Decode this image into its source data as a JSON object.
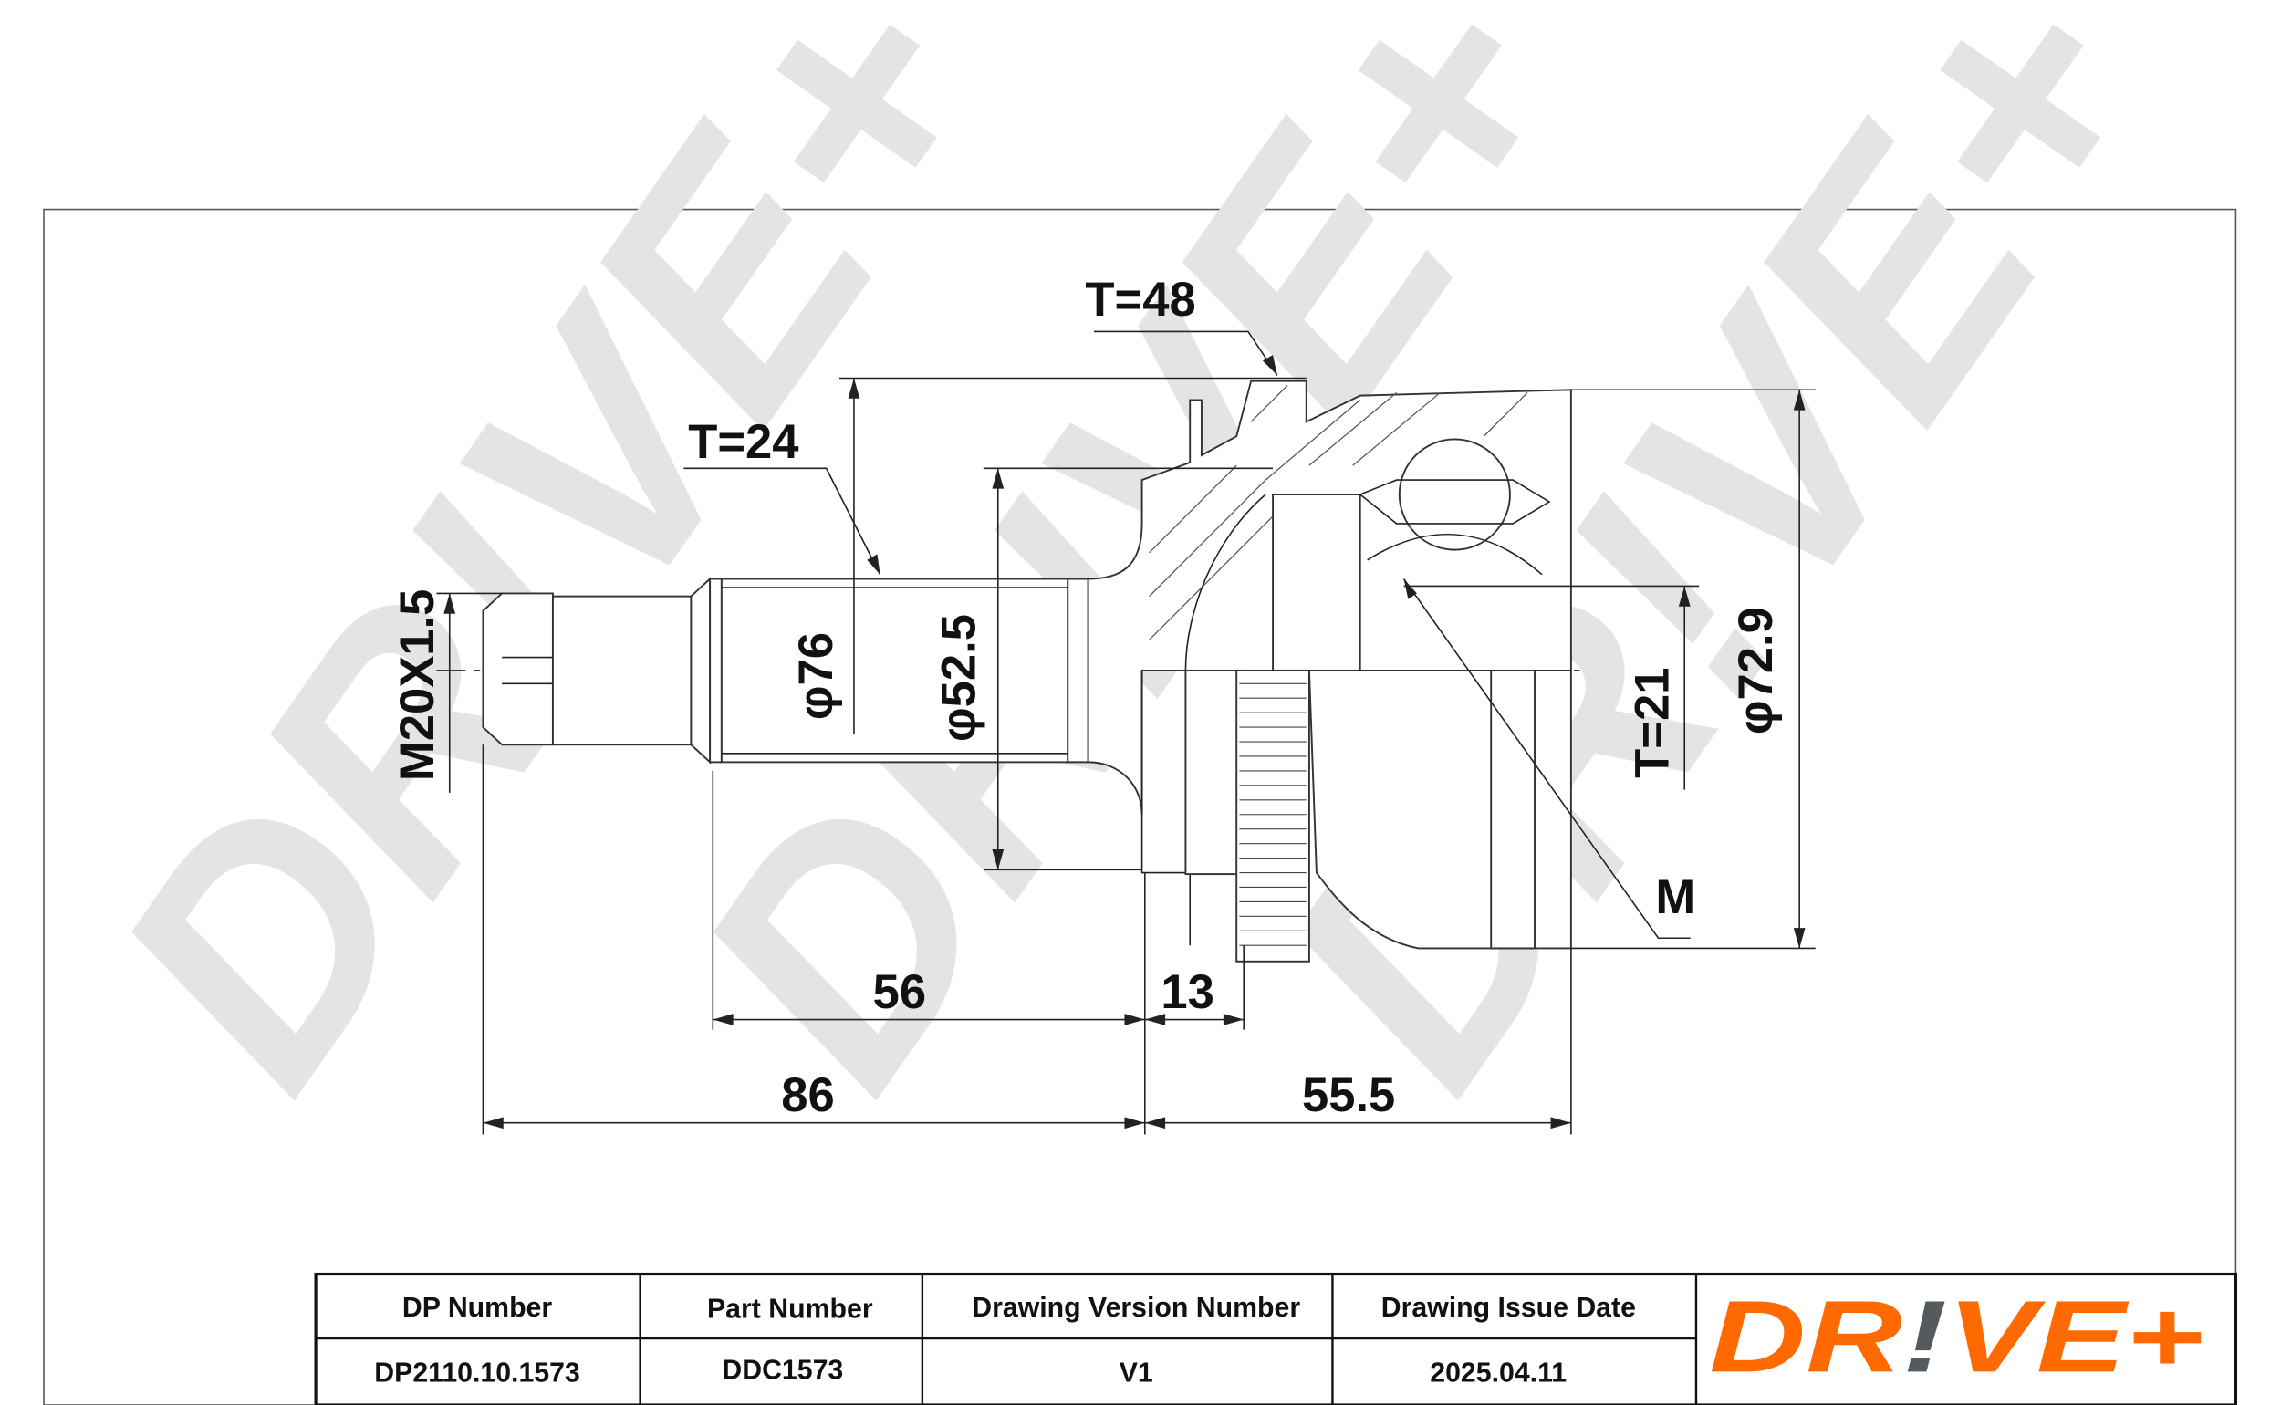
{
  "drawing": {
    "dimensions": {
      "thread": "M20X1.5",
      "t24": "T=24",
      "t48": "T=48",
      "t21": "T=21",
      "phi76": "φ76",
      "phi52_5": "φ52.5",
      "phi72_9": "φ72.9",
      "m_label": "M",
      "len56": "56",
      "len13": "13",
      "len86": "86",
      "len55_5": "55.5"
    },
    "watermark": "DR!VE+"
  },
  "title_block": {
    "headers": [
      "DP Number",
      "Part Number",
      "Drawing Version Number",
      "Drawing Issue Date"
    ],
    "values": [
      "DP2110.10.1573",
      "DDC1573",
      "V1",
      "2025.04.11"
    ],
    "logo": {
      "text": "DR!VE+",
      "orange": "#ff6a00",
      "gray": "#555a5e"
    }
  }
}
